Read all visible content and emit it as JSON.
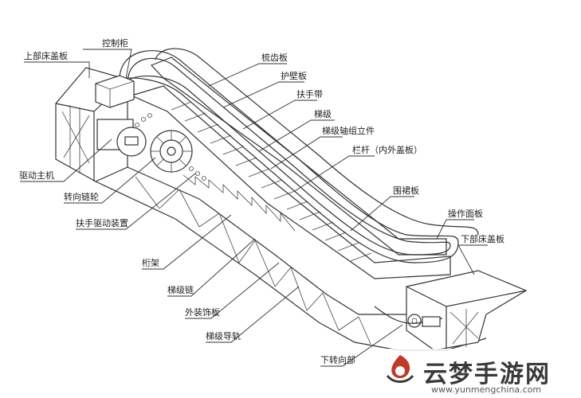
{
  "labels": {
    "control_cabinet": "控制柜",
    "upper_floor_cover": "上部床盖板",
    "comb_plate": "梳齿板",
    "skirt_panel": "护壁板",
    "handrail": "扶手带",
    "step": "梯级",
    "step_axle_support": "梯级轴组立件",
    "balustrade": "栏杆（内外盖板）",
    "apron_board": "围裙板",
    "operation_panel": "操作面板",
    "lower_floor_cover": "下部床盖板",
    "drive_unit": "驱动主机",
    "turning_sprocket": "转向链轮",
    "handrail_drive": "扶手驱动装置",
    "truss": "桁架",
    "step_chain": "梯级链",
    "exterior_cladding": "外装饰板",
    "step_track": "梯级导轨",
    "lower_turnaround": "下转向部"
  },
  "watermark": {
    "brand": "云梦手游网",
    "url": "www.yunmengchina.com",
    "colors": {
      "logo_red": "#c0392b",
      "logo_dark": "#3a3a3a"
    }
  },
  "colors": {
    "ink": "#333333",
    "background": "#ffffff"
  }
}
